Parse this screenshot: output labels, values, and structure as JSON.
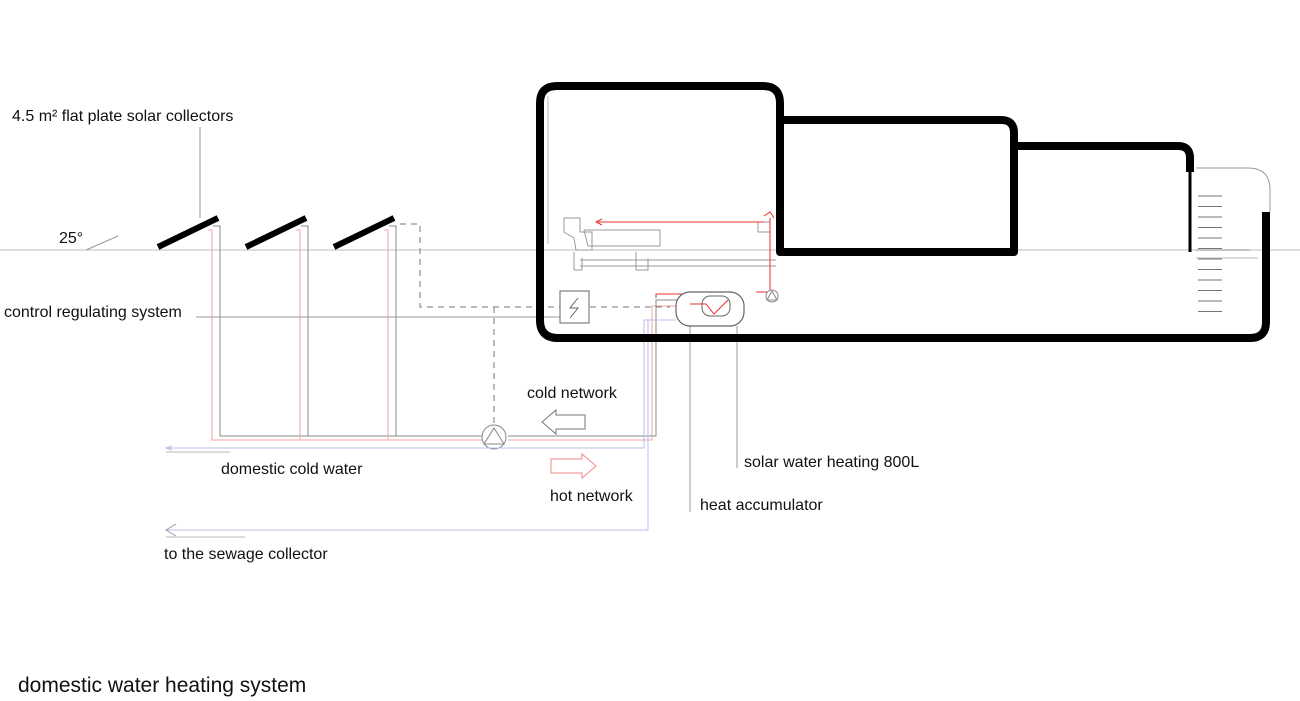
{
  "labels": {
    "collectors": "4.5 m² flat plate solar collectors",
    "angle": "25°",
    "control": "control regulating system",
    "cold_network": "cold network",
    "domestic_cold": "domestic cold water",
    "hot_network": "hot network",
    "solar_heating": "solar water heating 800L",
    "accumulator": "heat accumulator",
    "sewage": "to the sewage collector",
    "title": "domestic water heating system"
  },
  "colors": {
    "hot_pipe": "#e8322c",
    "cold_pipe": "#3a4fc4",
    "return_pipe": "#8a8a8a",
    "structure": "#000000",
    "hot_pipe_light": "#f4a3a0",
    "cold_pipe_light": "#b7c0ec"
  }
}
